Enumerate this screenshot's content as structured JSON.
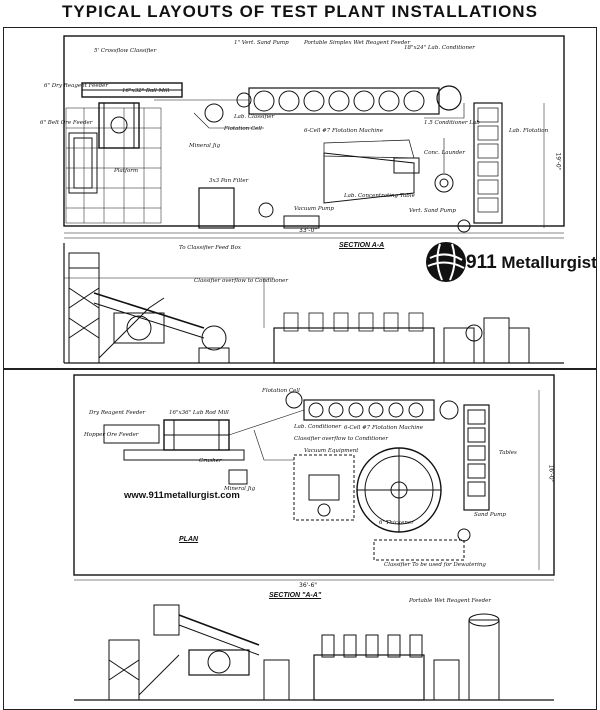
{
  "title": "TYPICAL LAYOUTS OF TEST PLANT INSTALLATIONS",
  "logo": {
    "number": "911",
    "word": "Metallurgist"
  },
  "website": "www.911metallurgist.com",
  "top": {
    "section_label": "SECTION A-A",
    "dimension": "33'-0\"",
    "dim_side": "19'-0\"",
    "labels": {
      "classifier": "5' Crossflow Classifier",
      "vert_sand_pump": "1\" Vert. Sand Pump",
      "portable_feeder": "Portable Simplex Wet Reagent Feeder",
      "lab_conditioner": "18\"x24\" Lab. Conditioner",
      "dry_reagent_feeder": "6\" Dry Reagent Feeder",
      "ball_mill": "16\"x32\" Ball Mill",
      "ore_feeder": "6\" Belt Ore Feeder",
      "flotation_cell": "Flotation Cell",
      "lab_classifier": "Lab. Classifier",
      "lab_conditioner2": "1.5 Conditioner Lab",
      "flotation_machine": "6-Cell #7 Flotation Machine",
      "lab": "Lab.",
      "pan_filter": "3x3 Pan Filter",
      "material_jig": "Mineral Jig",
      "platform": "Platform",
      "vacuum_pump": "Vacuum Pump",
      "concentrating_table": "Lab. Concentrating Table",
      "vert_sand_pump2": "Vert. Sand Pump",
      "conc_launder": "Conc. Launder",
      "lab_flotation": "Lab. Flotation",
      "classifier_feed_box": "To Classifier Feed Box",
      "classifier_overflow": "Classifier overflow to Conditioner"
    }
  },
  "bottom": {
    "plan_label": "PLAN",
    "section_label": "SECTION \"A-A\"",
    "dimension": "36'-6\"",
    "dim_side": "16'-0\"",
    "labels": {
      "dry_reagent_feeder": "Dry Reagent Feeder",
      "ball_mill": "16\"x36\" Lab Rod Mill",
      "ore_feeder": "Hopper Ore Feeder",
      "crusher": "Crusher",
      "flotation_cell": "Flotation Cell",
      "conditioner": "Lab. Conditioner",
      "flotation_machine": "6-Cell #7 Flotation Machine",
      "classifier_overflow": "Classifier overflow to Conditioner",
      "vacuum_equipment": "Vacuum Equipment",
      "thickener": "6' Thickener",
      "classifier_dewatering": "Classifier To be used for Dewatering",
      "mineral_jig": "Mineral Jig",
      "sand_pump": "Sand Pump",
      "reagent_feeder": "Portable Wet Reagent Feeder",
      "tables": "Tables"
    }
  }
}
